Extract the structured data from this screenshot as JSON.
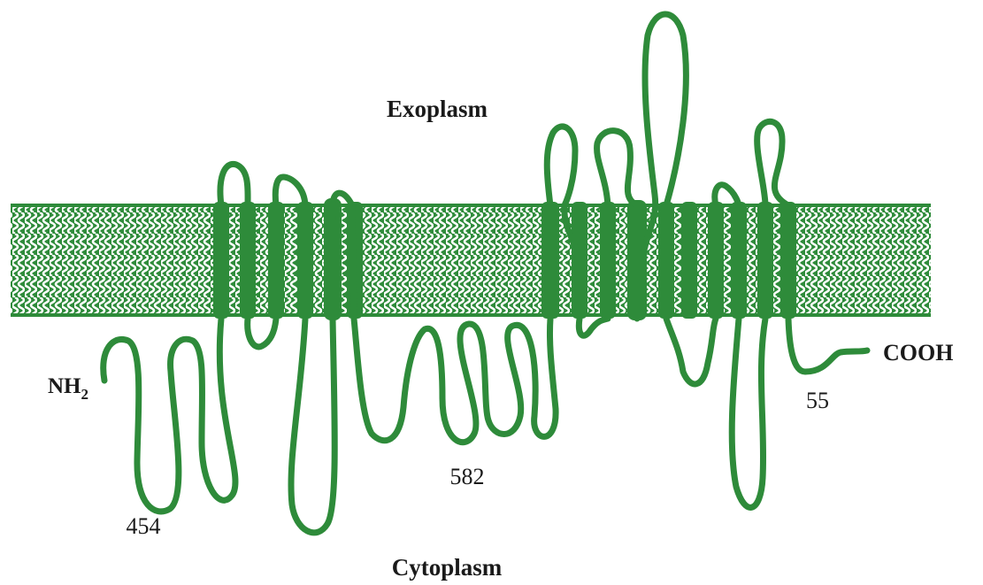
{
  "regions": {
    "exoplasm": "Exoplasm",
    "cytoplasm": "Cytoplasm"
  },
  "termini": {
    "n_terminus": "NH",
    "n_terminus_sub": "2",
    "c_terminus": "COOH"
  },
  "segment_labels": {
    "loop_a": "454",
    "loop_b": "582",
    "tail": "55"
  },
  "colors": {
    "chain": "#2e8b3a",
    "membrane": "#2e8b3a",
    "background": "#ffffff"
  }
}
